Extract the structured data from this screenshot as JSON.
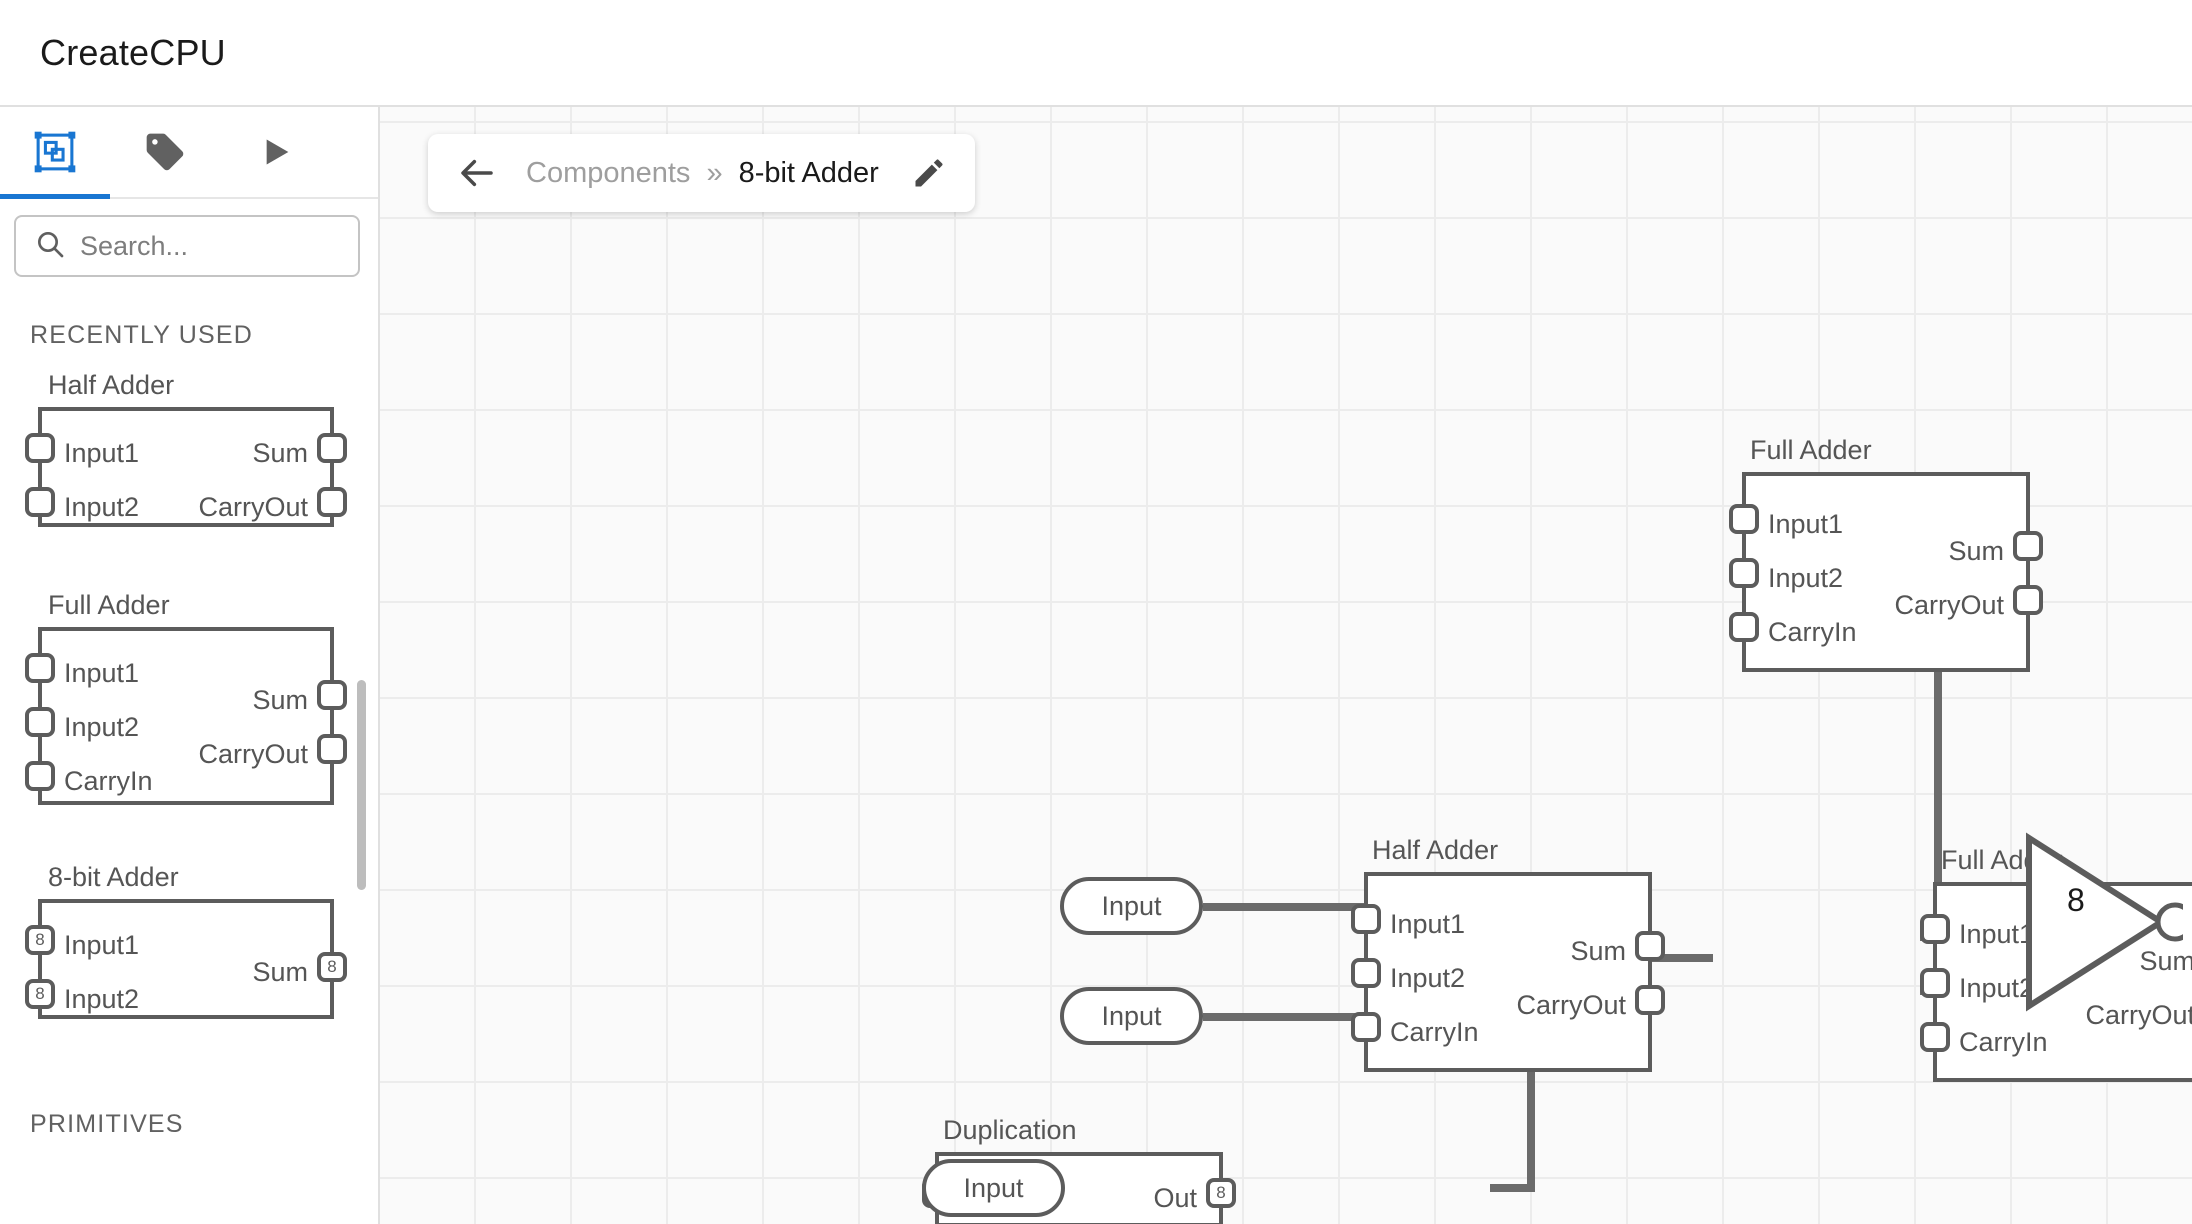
{
  "app": {
    "title": "CreateCPU"
  },
  "sidebar": {
    "tabs": [
      {
        "name": "components-tab",
        "icon": "components-icon",
        "active": true
      },
      {
        "name": "labels-tab",
        "icon": "tag-icon",
        "active": false
      },
      {
        "name": "run-tab",
        "icon": "play-icon",
        "active": false
      }
    ],
    "search": {
      "placeholder": "Search...",
      "value": "",
      "icon": "search-icon"
    },
    "sections": [
      {
        "label": "RECENTLY USED"
      },
      {
        "label": "PRIMITIVES"
      }
    ],
    "palette": [
      {
        "name": "Half Adder",
        "inputs": [
          {
            "label": "Input1",
            "width": ""
          },
          {
            "label": "Input2",
            "width": ""
          }
        ],
        "outputs": [
          {
            "label": "Sum",
            "width": ""
          },
          {
            "label": "CarryOut",
            "width": ""
          }
        ]
      },
      {
        "name": "Full Adder",
        "inputs": [
          {
            "label": "Input1",
            "width": ""
          },
          {
            "label": "Input2",
            "width": ""
          },
          {
            "label": "CarryIn",
            "width": ""
          }
        ],
        "outputs": [
          {
            "label": "Sum",
            "width": ""
          },
          {
            "label": "CarryOut",
            "width": ""
          }
        ]
      },
      {
        "name": "8-bit Adder",
        "inputs": [
          {
            "label": "Input1",
            "width": "8"
          },
          {
            "label": "Input2",
            "width": "8"
          }
        ],
        "outputs": [
          {
            "label": "Sum",
            "width": "8"
          }
        ]
      }
    ]
  },
  "breadcrumb": {
    "back_icon": "arrow-left-icon",
    "parent": "Components",
    "separator": "»",
    "current": "8-bit Adder",
    "edit_icon": "pencil-icon"
  },
  "canvas": {
    "grid": {
      "size": 96,
      "color": "#ececec",
      "background": "#fafafa"
    },
    "wire_color": "#6b6b6b",
    "nodes": [
      {
        "id": "full-adder-top",
        "type": "component",
        "name": "Full Adder",
        "inputs": [
          {
            "label": "Input1"
          },
          {
            "label": "Input2"
          },
          {
            "label": "CarryIn"
          }
        ],
        "outputs": [
          {
            "label": "Sum"
          },
          {
            "label": "CarryOut"
          }
        ]
      },
      {
        "id": "half-adder-mid",
        "type": "component",
        "name": "Half Adder",
        "inputs": [
          {
            "label": "Input1"
          },
          {
            "label": "Input2"
          },
          {
            "label": "CarryIn"
          }
        ],
        "outputs": [
          {
            "label": "Sum"
          },
          {
            "label": "CarryOut"
          }
        ]
      },
      {
        "id": "full-adder-right",
        "type": "component",
        "name": "Full Adder",
        "inputs": [
          {
            "label": "Input1"
          },
          {
            "label": "Input2"
          },
          {
            "label": "CarryIn"
          }
        ],
        "outputs": [
          {
            "label": "Sum"
          },
          {
            "label": "CarryOut"
          }
        ]
      },
      {
        "id": "duplication",
        "type": "component",
        "name": "Duplication",
        "inputs": [
          {
            "label": "Input",
            "width": ""
          }
        ],
        "outputs": [
          {
            "label": "Out",
            "width": "8"
          }
        ]
      },
      {
        "id": "not-gate",
        "type": "not",
        "label": "8"
      },
      {
        "id": "input-pill-1",
        "type": "io",
        "label": "Input"
      },
      {
        "id": "input-pill-2",
        "type": "io",
        "label": "Input"
      },
      {
        "id": "input-pill-3",
        "type": "io",
        "label": "Input"
      }
    ]
  }
}
